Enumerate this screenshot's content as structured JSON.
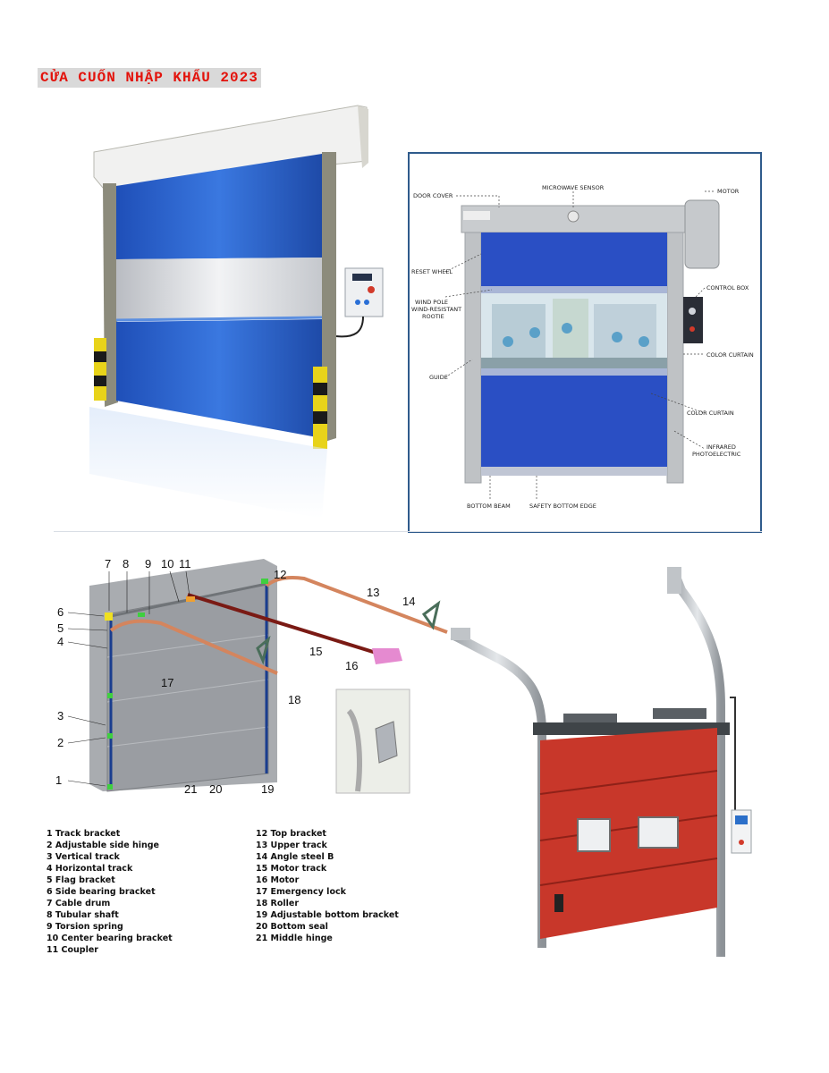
{
  "title": "CỬA CUỐN NHẬP KHẨU 2023",
  "labeled_door": {
    "labels": {
      "door_cover": "DOOR COVER",
      "microwave_sensor": "MICROWAVE SENSOR",
      "motor": "MOTOR",
      "reset_wheel": "RESET WHEEL",
      "control_box": "CONTROL BOX",
      "wind_pole_1": "WIND POLE",
      "wind_pole_2": "WIND-RESISTANT",
      "wind_pole_3": "ROOTIE",
      "color_curtain_top": "COLOR CURTAIN",
      "guide": "GUIDE",
      "color_curtain": "COLOR CURTAIN",
      "infrared_1": "INFRARED",
      "infrared_2": "PHOTOELECTRIC",
      "bottom_beam": "BOTTOM BEAM",
      "safety_bottom_edge": "SAFETY BOTTOM EDGE"
    }
  },
  "sectional_diagram": {
    "callouts": [
      "1",
      "2",
      "3",
      "4",
      "5",
      "6",
      "7",
      "8",
      "9",
      "10",
      "11",
      "12",
      "13",
      "14",
      "15",
      "16",
      "17",
      "18",
      "19",
      "20",
      "21"
    ],
    "legend_left": [
      "1 Track bracket",
      "2 Adjustable side hinge",
      "3 Vertical track",
      "4 Horizontal track",
      "5 Flag bracket",
      "6 Side bearing bracket",
      "7 Cable drum",
      "8 Tubular shaft",
      "9 Torsion spring",
      "10 Center bearing bracket",
      "11 Coupler"
    ],
    "legend_right": [
      "12 Top bracket",
      "13 Upper track",
      "14 Angle steel B",
      "15 Motor track",
      "16 Motor",
      "17 Emergency lock",
      "18 Roller",
      "19 Adjustable bottom bracket",
      "20 Bottom seal",
      "21 Middle hinge"
    ]
  },
  "colors": {
    "title_red": "#e3120b",
    "curtain_blue": "#2a5fc8",
    "door_red": "#c8372a",
    "track_orange": "#d4855e",
    "frame_blue": "#1a3d8f"
  }
}
